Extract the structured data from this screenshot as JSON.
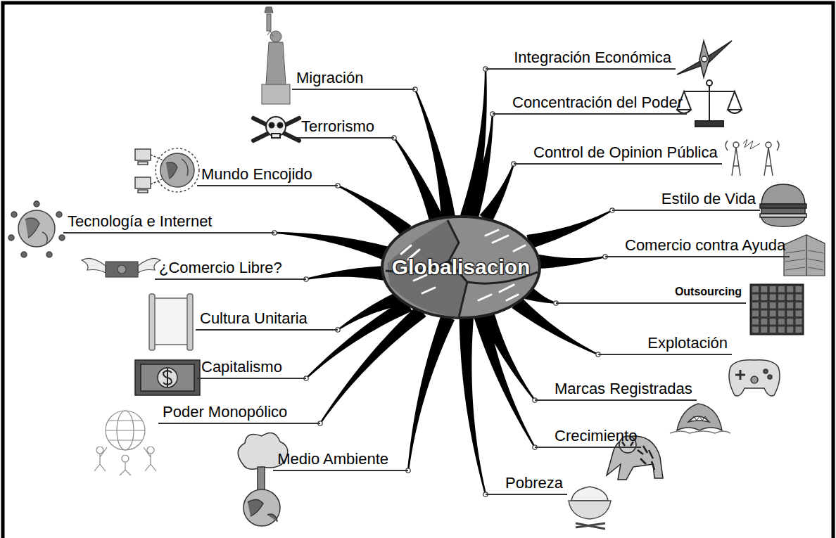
{
  "diagram": {
    "nodes": [
      {
        "text": [
          "Globalisacion"
        ]
      },
      {
        "text": [
          "Migración"
        ]
      },
      {
        "text": [
          "Terrorismo"
        ]
      },
      {
        "text": [
          "Mundo Encojido"
        ]
      },
      {
        "text": [
          "Tecnología e Internet"
        ]
      },
      {
        "text": [
          "¿Comercio Libre?"
        ]
      },
      {
        "text": [
          "Cultura Unitaria"
        ]
      },
      {
        "text": [
          "Capitalismo"
        ]
      },
      {
        "text": [
          "Poder Monopólico"
        ]
      },
      {
        "text": [
          "Medio Ambiente"
        ]
      },
      {
        "text": [
          "Integración Económica"
        ]
      },
      {
        "text": [
          "Concentración del Poder"
        ]
      },
      {
        "text": [
          "Control de Opinion Pública"
        ]
      },
      {
        "text": [
          "Estilo de Vida"
        ]
      },
      {
        "text": [
          "Comercio contra Ayuda"
        ]
      },
      {
        "text": [
          "Outsourcing"
        ]
      },
      {
        "text": [
          "Explotación"
        ]
      },
      {
        "text": [
          "Marcas Registradas"
        ]
      },
      {
        "text": [
          "Crecimiento"
        ]
      },
      {
        "text": [
          "Pobreza"
        ]
      }
    ],
    "edges": [
      {
        "from": 0,
        "to": 1,
        "arrow": "none"
      },
      {
        "from": 0,
        "to": 2,
        "arrow": "none"
      },
      {
        "from": 0,
        "to": 3,
        "arrow": "none"
      },
      {
        "from": 0,
        "to": 4,
        "arrow": "none"
      },
      {
        "from": 0,
        "to": 5,
        "arrow": "none"
      },
      {
        "from": 0,
        "to": 6,
        "arrow": "none"
      },
      {
        "from": 0,
        "to": 7,
        "arrow": "none"
      },
      {
        "from": 0,
        "to": 8,
        "arrow": "none"
      },
      {
        "from": 0,
        "to": 9,
        "arrow": "none"
      },
      {
        "from": 0,
        "to": 10,
        "arrow": "none"
      },
      {
        "from": 0,
        "to": 11,
        "arrow": "none"
      },
      {
        "from": 0,
        "to": 12,
        "arrow": "none"
      },
      {
        "from": 0,
        "to": 13,
        "arrow": "none"
      },
      {
        "from": 0,
        "to": 14,
        "arrow": "none"
      },
      {
        "from": 0,
        "to": 15,
        "arrow": "none"
      },
      {
        "from": 0,
        "to": 16,
        "arrow": "none"
      },
      {
        "from": 0,
        "to": 17,
        "arrow": "none"
      },
      {
        "from": 0,
        "to": 18,
        "arrow": "none"
      },
      {
        "from": 0,
        "to": 19,
        "arrow": "none"
      }
    ]
  }
}
